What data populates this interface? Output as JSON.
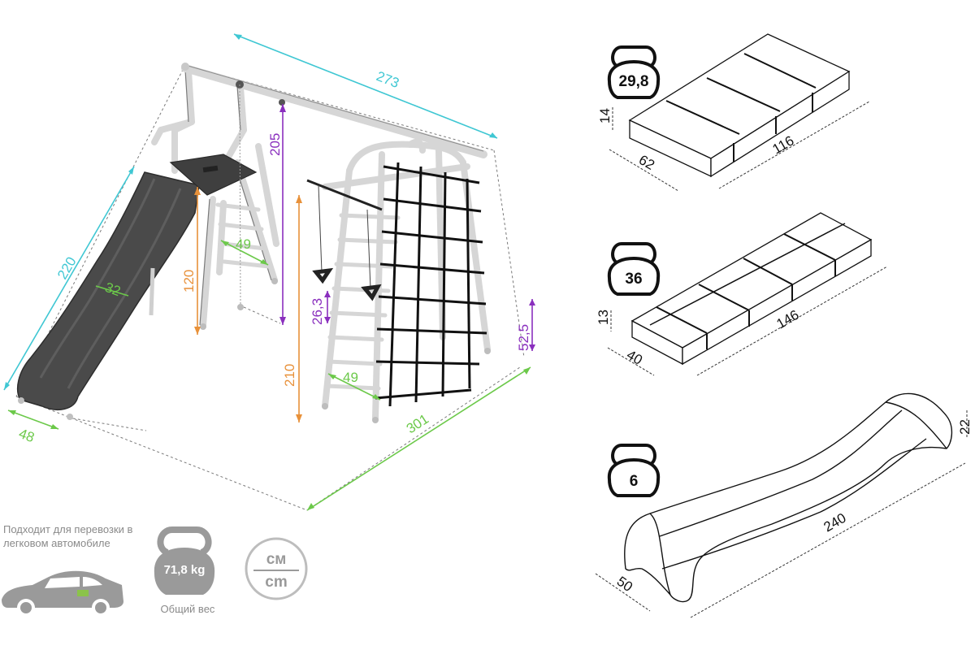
{
  "colors": {
    "accent_cyan": "#3fc7d3",
    "accent_green": "#6cc94a",
    "accent_orange": "#e8913a",
    "accent_purple": "#8a2fbe",
    "frame_gray": "#d8d8d8",
    "slide_dark": "#4a4a4a",
    "icon_gray": "#9a9a9a"
  },
  "assembly": {
    "dimensions": {
      "top_width": "273",
      "base_length": "301",
      "slide_length": "220",
      "slide_width": "48",
      "slide_angle": "32",
      "ladder_step_slide": "49",
      "ladder_step_climber": "49",
      "platform_height": "120",
      "frame_height": "205",
      "crossbar_height": "210",
      "rings_height": "26,3",
      "ladder_height": "52,5"
    }
  },
  "packages": [
    {
      "weight": "29,8",
      "depth": "62",
      "length": "116",
      "height": "14"
    },
    {
      "weight": "36",
      "depth": "40",
      "length": "146",
      "height": "13"
    },
    {
      "weight": "6",
      "depth": "50",
      "length": "240",
      "height": "22"
    }
  ],
  "info": {
    "transport_text": "Подходит для перевозки в легковом автомобиле",
    "total_weight": "71,8 kg",
    "total_weight_label": "Общий вес",
    "unit_top": "см",
    "unit_bottom": "cm"
  },
  "icons": [
    "car-icon",
    "kettlebell-icon",
    "units-icon"
  ]
}
